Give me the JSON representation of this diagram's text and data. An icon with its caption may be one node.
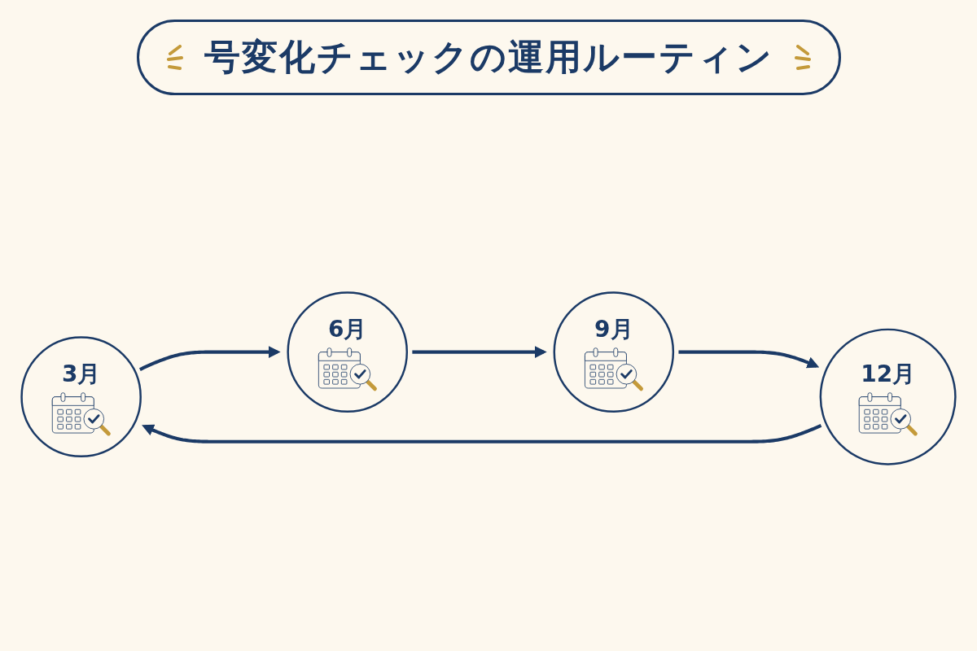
{
  "diagram": {
    "title": "号変化チェックの運用ルーティン",
    "nodes": [
      {
        "text": [
          "3月"
        ]
      },
      {
        "text": [
          "12月"
        ]
      },
      {
        "text": [
          "6月"
        ]
      },
      {
        "text": [
          "9月"
        ]
      }
    ],
    "edges": [
      {
        "from": 0,
        "to": 2,
        "arrow": "to"
      },
      {
        "from": 2,
        "to": 3,
        "arrow": "to"
      },
      {
        "from": 3,
        "to": 1,
        "arrow": "to"
      },
      {
        "from": 1,
        "to": 0,
        "arrow": "to"
      }
    ]
  }
}
